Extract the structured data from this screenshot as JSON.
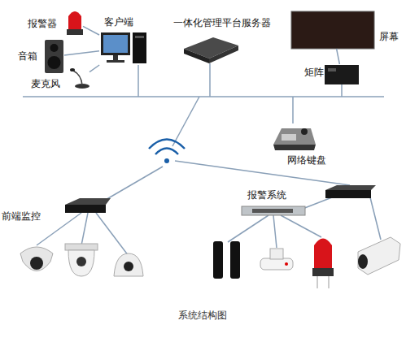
{
  "diagram": {
    "caption": "系统结构图",
    "nodes": [
      {
        "text": [
          "报警器"
        ]
      },
      {
        "text": [
          "客户端"
        ]
      },
      {
        "text": [
          "音箱"
        ]
      },
      {
        "text": [
          "麦克风"
        ]
      },
      {
        "text": [
          "一体化管理平台服务器"
        ]
      },
      {
        "text": [
          "屏幕"
        ]
      },
      {
        "text": [
          "矩阵"
        ]
      },
      {
        "text": [
          "网络键盘"
        ]
      },
      {
        "text": [
          "前端监控"
        ]
      },
      {
        "text": [
          "报警系统"
        ]
      }
    ],
    "edges": [
      {
        "from": 0,
        "to": 1,
        "arrow": "none"
      },
      {
        "from": 2,
        "to": 1,
        "arrow": "none"
      },
      {
        "from": 3,
        "to": 1,
        "arrow": "none"
      },
      {
        "from": 6,
        "to": 5,
        "arrow": "none"
      }
    ]
  }
}
